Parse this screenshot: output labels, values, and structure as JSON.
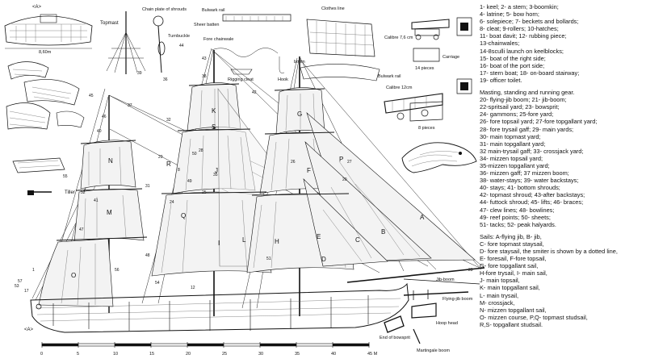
{
  "callouts": {
    "detail_a_top": "<A>",
    "detail_a_bottom": "<A>",
    "stern_width": "8,60m",
    "topmast": "Topmast",
    "chain_plate": "Chain plate of shrouds",
    "turnbuckle": "Turnbuckle",
    "bulwark_rail_top": "Bulwark rail",
    "sheer_batten": "Sheer batten",
    "fore_chainwale": "Fore chainwale",
    "rigging_cleat": "Rigging cleat",
    "hook": "Hook",
    "boom": "boom",
    "clothes_line": "Clothes line",
    "calibre_7": "Calibre 7,6 cm",
    "carriage": "Carriage",
    "pieces_14": "14 pieces",
    "bulwark_rail_mid": "Bulwark rail",
    "calibre_12": "Calibre 12cm",
    "pieces_8": "8 pieces",
    "tiller": "Tiller",
    "jib_boom": "Jib-boom",
    "flying_jib_boom": "Flying-jib boom",
    "hoop_head": "Hoop head",
    "end_of_bowsprit": "End of bowsprit",
    "martingale_boom": "Martingale boom"
  },
  "scale": {
    "ticks": [
      "0",
      "5",
      "10",
      "15",
      "20",
      "25",
      "30",
      "35",
      "40",
      "45 M"
    ]
  },
  "sail_letters": [
    "A",
    "B",
    "C",
    "D",
    "E",
    "F",
    "G",
    "H",
    "I",
    "J",
    "K",
    "L",
    "M",
    "N",
    "O",
    "P",
    "Q",
    "R",
    "S"
  ],
  "rig_numbers": [
    "1",
    "8",
    "12",
    "17",
    "20",
    "23",
    "24",
    "25",
    "26",
    "27",
    "28",
    "29",
    "31",
    "32",
    "35",
    "36",
    "37",
    "38",
    "39",
    "40",
    "41",
    "42",
    "43",
    "44",
    "45",
    "46",
    "47",
    "48",
    "49",
    "50",
    "51",
    "52",
    "53",
    "54",
    "55",
    "56",
    "57"
  ],
  "legend": {
    "parts": [
      "1- keel; 2- a stem; 3-boomkin;",
      "4- latrine; 5- bow horn;",
      "6- solepiece; 7- beckets and bollards;",
      "8- cleat; 9-rollers; 10-hatches;",
      "11- boat davit; 12- rubbing piece;",
      "13-chainwales;",
      "14-8sculli launch on keelblocks;",
      "15- boat of the right side;",
      "16- boat of the port side;",
      "17- stern boat; 18- on-board stairway;",
      "19- officer toilet."
    ],
    "masting_title": "Masting, standing and running gear.",
    "masting": [
      "20- flying-jib boom; 21- jib-boom;",
      "22-spritsail yard; 23- bowsprit;",
      "24- gammons; 25-fore yard;",
      "26- fore topsail yard; 27-fore topgallant yard;",
      "28- fore trysail gaff; 29- main yards;",
      "30- main topmast yard;",
      "31- main topgallant yard;",
      "32 main-trysail gaff; 33- crossjack yard;",
      "34- mizzen topsail yard;",
      "35-mizzen topgallant yard;",
      "36- mizzen gaff; 37 mizzen boom;",
      "38- water-stays; 39- water backstays;",
      " 40- stays; 41- bottom shrouds;",
      "42- topmast shroud; 43-after backstays;",
      "44- futtock shroud; 45- lifts; 46- braces;",
      "47- clew lines; 48- bowlines;",
      "49- reef points; 50- sheets;",
      "51- tacks; 52- peak halyards."
    ],
    "sails": [
      "Sails: A-flying jib, B- jib,",
      " C- fore topmast staysail,",
      "D- fore staysail, the smiter is shown by a dotted line,",
      "E- foresail, F-fore topsail,",
      "G- fore topgallant sail,",
      "H-fore trysail, I- main sail,",
      "J- main topsail,",
      "K-   main topgallant sail,",
      "L- main  trysail,",
      "M-   crossjack,",
      "N- mizzen topgallant sail,",
      "O- mizzen course, P,Q- topmast studsail,",
      " R,S- topgallant  studsail."
    ]
  }
}
